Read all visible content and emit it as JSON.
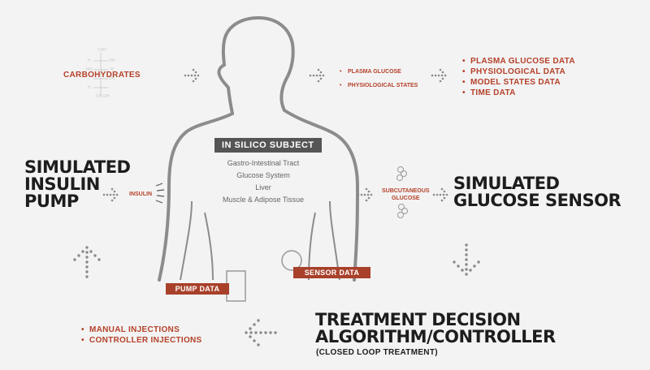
{
  "carbohydrates": "CARBOHYDRATES",
  "plasma": {
    "items": [
      "PLASMA GLUCOSE",
      "PHYSIOLOGICAL STATES"
    ]
  },
  "outputs": {
    "items": [
      "PLASMA GLUCOSE DATA",
      "PHYSIOLOGICAL DATA",
      "MODEL STATES DATA",
      "TIME DATA"
    ]
  },
  "subject": {
    "title": "IN SILICO SUBJECT",
    "items": [
      "Gastro-Intestinal Tract",
      "Glucose System",
      "Liver",
      "Muscle & Adipose Tissue"
    ]
  },
  "pump": {
    "title_lines": [
      "SIMULATED",
      "INSULIN",
      "PUMP"
    ],
    "insulin_label": "INSULIN"
  },
  "sensor": {
    "title_lines": [
      "SIMULATED",
      "GLUCOSE SENSOR"
    ],
    "subcutaneous": [
      "SUBCUTANEOUS",
      "GLUCOSE"
    ]
  },
  "tags": {
    "pump_data": "PUMP DATA",
    "sensor_data": "SENSOR DATA"
  },
  "injections": {
    "items": [
      "MANUAL INJECTIONS",
      "CONTROLLER INJECTIONS"
    ]
  },
  "controller": {
    "title_lines": [
      "TREATMENT DECISION",
      "ALGORITHM/CONTROLLER"
    ],
    "subtitle": "(CLOSED LOOP TREATMENT)"
  },
  "molecule": [
    "CHO",
    "H",
    "OH",
    "HO",
    "H",
    "OH",
    "H",
    "CH₂OH"
  ],
  "colors": {
    "accent": "#b5412a",
    "body_outline": "#8a8a8a",
    "dark_text": "#1d1d1d"
  }
}
